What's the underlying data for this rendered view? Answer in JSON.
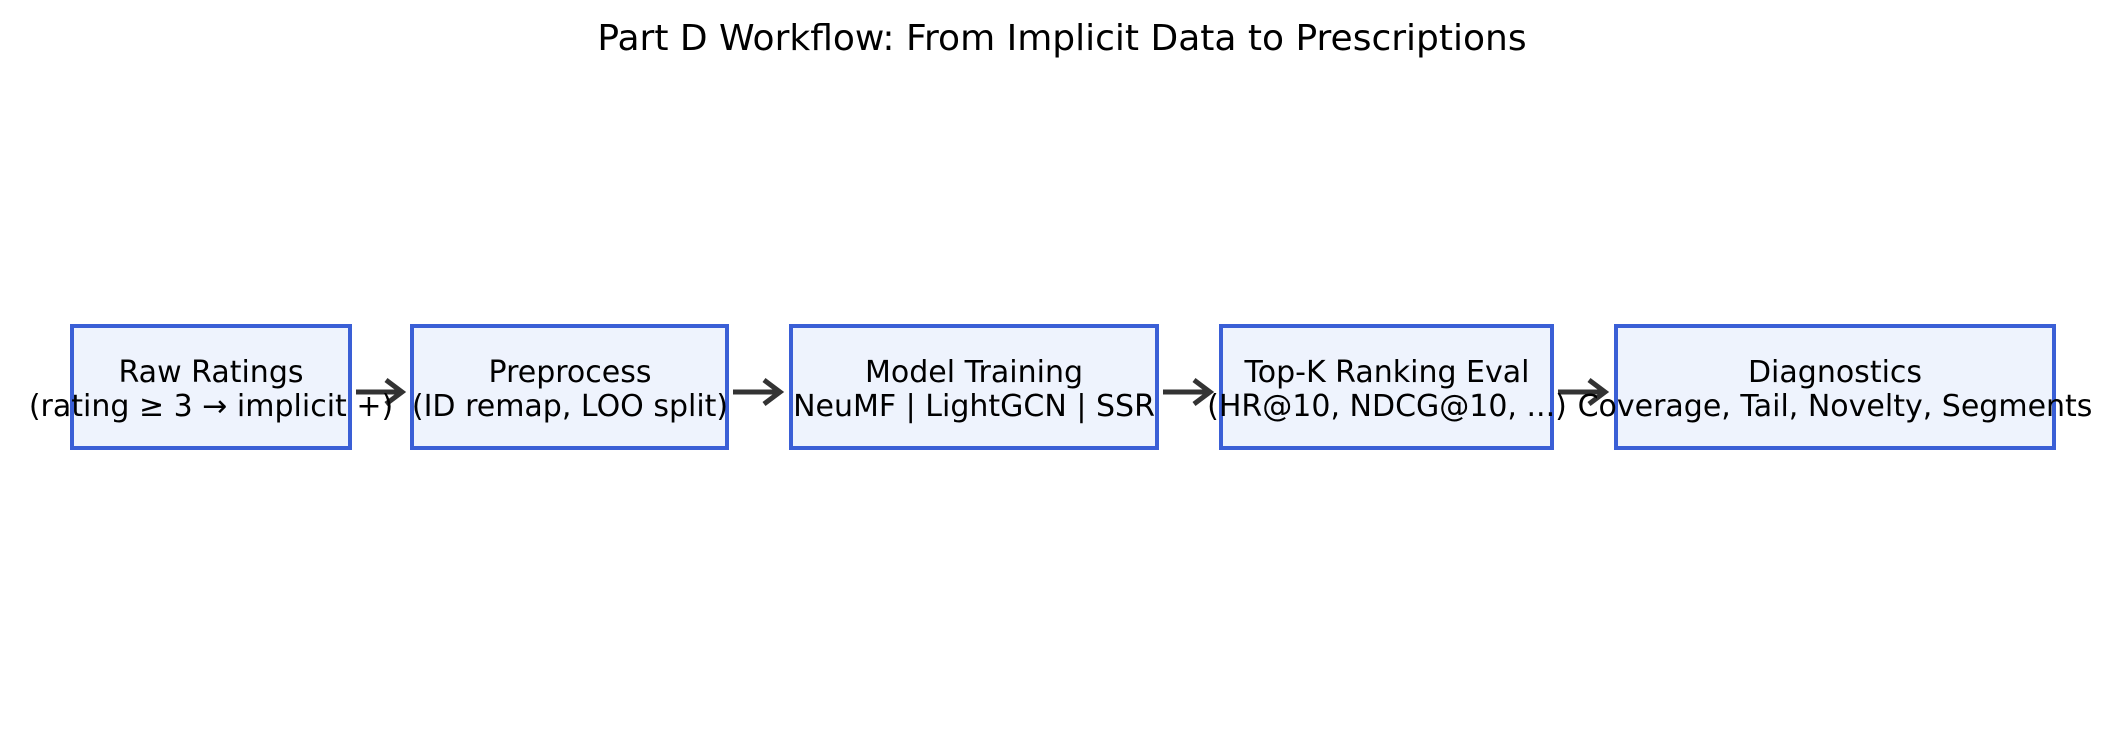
{
  "diagram": {
    "title": "Part D Workflow: From Implicit Data to Prescriptions",
    "nodes": [
      {
        "id": "raw-ratings",
        "line1": "Raw Ratings",
        "line2": "(rating ≥ 3 → implicit +)"
      },
      {
        "id": "preprocess",
        "line1": "Preprocess",
        "line2": "(ID remap, LOO split)"
      },
      {
        "id": "model-training",
        "line1": "Model Training",
        "line2": "NeuMF | LightGCN | SSR"
      },
      {
        "id": "top-k-ranking-eval",
        "line1": "Top-K Ranking Eval",
        "line2": "(HR@10, NDCG@10, ...)"
      },
      {
        "id": "diagnostics",
        "line1": "Diagnostics",
        "line2": "Coverage, Tail, Novelty, Segments"
      }
    ],
    "edges": [
      {
        "from": "raw-ratings",
        "to": "preprocess"
      },
      {
        "from": "preprocess",
        "to": "model-training"
      },
      {
        "from": "model-training",
        "to": "top-k-ranking-eval"
      },
      {
        "from": "top-k-ranking-eval",
        "to": "diagnostics"
      }
    ],
    "colors": {
      "node_border": "#3a5fd6",
      "node_fill": "#eef3fd",
      "arrow": "#333333",
      "text": "#000000"
    }
  }
}
